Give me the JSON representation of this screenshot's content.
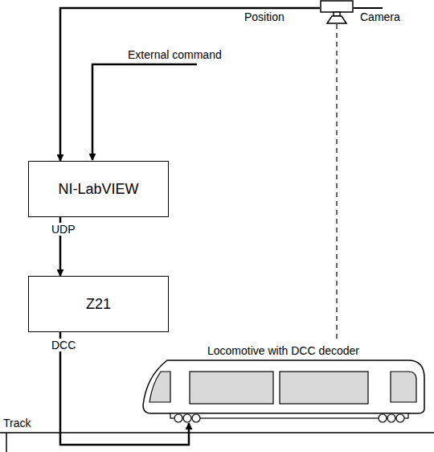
{
  "diagram": {
    "nodes": [
      {
        "text": [
          "Camera"
        ]
      },
      {
        "text": [
          "NI-LabVIEW"
        ]
      },
      {
        "text": [
          "Z21"
        ]
      },
      {
        "text": [
          "Locomotive with DCC decoder"
        ]
      }
    ],
    "edges": [
      {
        "from": 0,
        "to": 1,
        "arrow": "to",
        "label": "Position"
      },
      {
        "from": 1,
        "to": 2,
        "arrow": "to",
        "label": "UDP"
      },
      {
        "from": 2,
        "to": 3,
        "arrow": "to",
        "label": "DCC"
      },
      {
        "from": 0,
        "to": 3,
        "arrow": "none"
      }
    ],
    "labels": [
      "External command",
      "Track"
    ]
  }
}
